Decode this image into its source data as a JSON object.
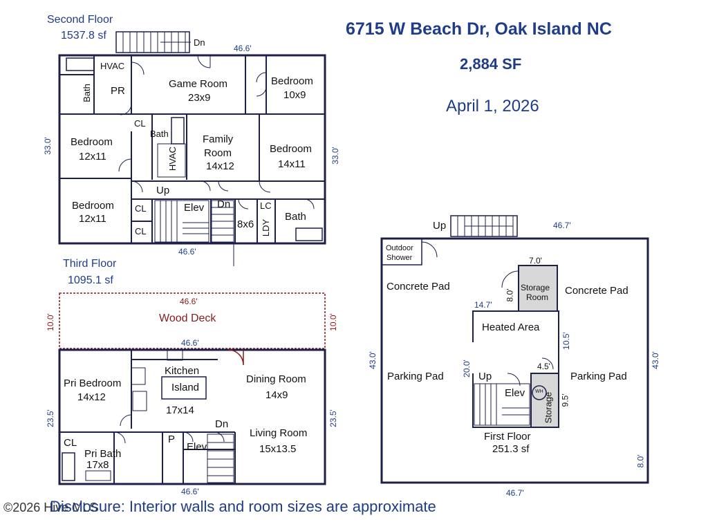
{
  "header": {
    "address": "6715 W Beach Dr, Oak Island NC",
    "total_sf": "2,884 SF",
    "date": "April 1, 2026"
  },
  "second_floor": {
    "title": "Second Floor",
    "area": "1537.8 sf",
    "dim_top": "46.6'",
    "dim_bottom": "46.6'",
    "dim_left": "33.0'",
    "dim_right": "33.0'",
    "stairs_dn": "Dn",
    "rooms": {
      "hvac_top": "HVAC",
      "bath_left": "Bath",
      "pr": "PR",
      "game_room": "Game Room",
      "game_room_size": "23x9",
      "bedroom_ne": "Bedroom",
      "bedroom_ne_size": "10x9",
      "cl_a": "CL",
      "bath_center": "Bath",
      "hvac_center": "HVAC",
      "bedroom_w": "Bedroom",
      "bedroom_w_size": "12x11",
      "family_room": "Family",
      "family_room_2": "Room",
      "family_room_size": "14x12",
      "bedroom_e": "Bedroom",
      "bedroom_e_size": "14x11",
      "up": "Up",
      "elev": "Elev",
      "dn": "Dn",
      "bedroom_sw": "Bedroom",
      "bedroom_sw_size": "12x11",
      "cl_b": "CL",
      "cl_c": "CL",
      "closet_8x6": "8x6",
      "ldy": "LDY",
      "lc": "LC",
      "bath_se": "Bath"
    }
  },
  "third_floor": {
    "title": "Third Floor",
    "area": "1095.1 sf",
    "deck_label": "Wood Deck",
    "deck_dim_top": "46.6'",
    "deck_dim_left": "10.0'",
    "deck_dim_right": "10.0'",
    "dim_mid": "46.6'",
    "dim_bottom": "46.6'",
    "dim_left": "23.5'",
    "dim_right": "23.5'",
    "rooms": {
      "pri_bedroom": "Pri Bedroom",
      "pri_bedroom_size": "14x12",
      "kitchen": "Kitchen",
      "island": "Island",
      "kitchen_size": "17x14",
      "dining_room": "Dining Room",
      "dining_room_size": "14x9",
      "living_room": "Living Room",
      "living_room_size": "15x13.5",
      "dn": "Dn",
      "elev": "Elev",
      "p": "P",
      "cl": "CL",
      "pri_bath": "Pri Bath",
      "pri_bath_size": "17x8"
    }
  },
  "first_floor": {
    "title": "First Floor",
    "area": "251.3 sf",
    "up_outside": "Up",
    "dim_top": "46.7'",
    "dim_bottom": "46.7'",
    "dim_left": "43.0'",
    "dim_right": "43.0'",
    "dim_right_small": "8.0'",
    "outdoor_shower_1": "Outdoor",
    "outdoor_shower_2": "Shower",
    "concrete_pad_left": "Concrete Pad",
    "concrete_pad_right": "Concrete Pad",
    "storage_room_1": "Storage",
    "storage_room_2": "Room",
    "storage_dim_top": "7.0'",
    "storage_dim_left": "8.0'",
    "heated_dim_top": "14.7'",
    "heated_area": "Heated Area",
    "heated_dim_right": "10.5'",
    "heated_dim_left": "20.0'",
    "parking_left": "Parking Pad",
    "parking_right": "Parking Pad",
    "up_inside": "Up",
    "elev": "Elev",
    "wh": "WH",
    "storage": "Storage",
    "storage_dim_4_5": "4.5'",
    "storage_dim_9_5": "9.5'"
  },
  "footer": {
    "copyright": "©2026 Hive MLS",
    "disclosure": "Disclosure: Interior walls and room sizes are approximate"
  },
  "colors": {
    "title_blue": "#1f3c88",
    "wall": "#1c1f4a",
    "deck_red": "#8b1a1a",
    "storage_gray": "#d8d8d8"
  }
}
